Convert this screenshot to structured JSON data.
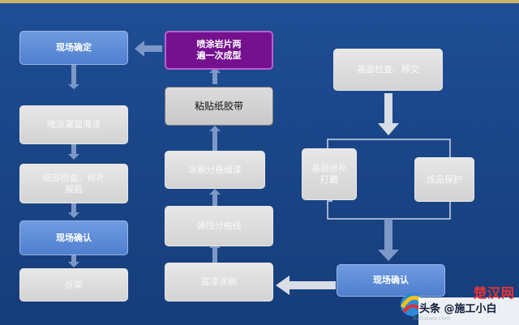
{
  "diagram": {
    "boxes": {
      "xianchang_queding": "现场确定",
      "pentu_yanpian": "喷涂岩片两\n遍一次成型",
      "penqi_qingqi": "喷涂罩面清漆",
      "zhantie_zhijiaodai": "粘贴纸胶带",
      "xibu_jiancha": "细部检查、修补\n报验",
      "tushua_fengefeng": "涂刷分格缝漆",
      "xianchang_queren_left": "现场确认",
      "tanxian_fengexian": "弹线分格线",
      "chaijia": "拆架",
      "dijiao_tushua": "底漆涂刷",
      "jimian_jiancha": "基面检查、移交",
      "jiceng_xiubu": "基层修补\n打磨",
      "chengpin_baohu": "成品保护",
      "xianchang_queren_right": "现场确认"
    }
  },
  "watermark": {
    "text": "头条 @施工小白",
    "brand": "楚汉网",
    "url": "hubaiwo.com"
  }
}
